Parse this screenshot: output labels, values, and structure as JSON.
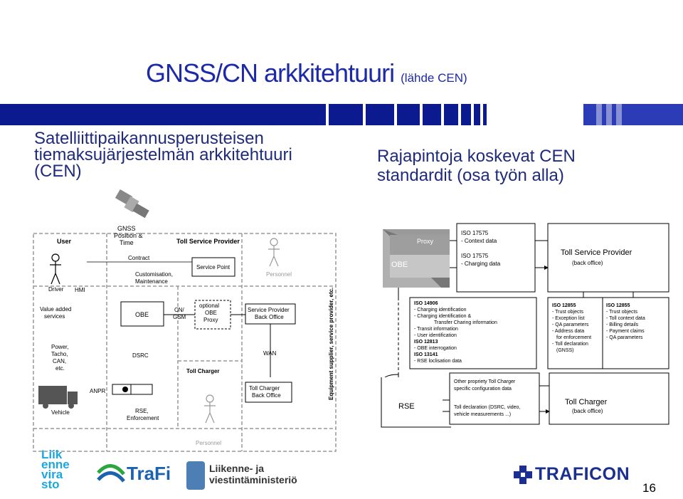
{
  "title": {
    "main": "GNSS/CN arkkitehtuuri",
    "source": "(lähde CEN)"
  },
  "left_heading": "Satelliittipaikannusperusteisen\ntiemaksujärjestelmän arkkitehtuuri\n(CEN)",
  "right_heading": "Rajapintoja koskevat CEN\nstandardit (osa työn alla)",
  "arch": {
    "user": "User",
    "gnss": [
      "GNSS",
      "Position &",
      "Time"
    ],
    "tsp": "Toll Service Provider",
    "contract": "Contract",
    "service_point": "Service Point",
    "customisation": [
      "Customisation,",
      "Maintenance"
    ],
    "personnel": "Personnel",
    "driver": "Driver",
    "hmi": "HMI",
    "value_added": [
      "Value added",
      "services"
    ],
    "obe": "OBE",
    "cn_gsm": [
      "CN/",
      "GSM"
    ],
    "optional_obe_proxy": [
      "optional",
      "OBE",
      "Proxy"
    ],
    "sp_back_office": [
      "Service Provider",
      "Back Office"
    ],
    "power": [
      "Power,",
      "Tacho,",
      "CAN,",
      "etc."
    ],
    "dsrc": "DSRC",
    "wan": "WAN",
    "toll_charger": "Toll Charger",
    "anpr": "ANPR",
    "tc_back_office": [
      "Toll Charger",
      "Back Office"
    ],
    "vehicle": "Vehicle",
    "rse_enforcement": [
      "RSE,",
      "Enforcement"
    ],
    "personnel_bottom": "Personnel",
    "equipment": "Equipment supplier, service provider, etc."
  },
  "iface": {
    "proxy": "Proxy",
    "obe": "OBE",
    "rse": "RSE",
    "iso17575_context": [
      "ISO 17575",
      "- Context data"
    ],
    "iso17575_charging": [
      "ISO 17575",
      "- Charging data"
    ],
    "tsp": "Toll Service Provider",
    "tsp_sub": "(back office)",
    "iso14906": [
      "ISO 14906",
      "- Charging identification",
      "- Charging identification &",
      "Transfer Charing information",
      "- Transit information",
      "- User identification",
      "ISO 12813",
      "- OBE interrogation",
      "ISO 13141",
      "- RSE loclisation data"
    ],
    "iso12855_a": [
      "ISO 12855",
      "- Trust objects",
      "- Exception list",
      "- QA parameters",
      "- Address data",
      "for enforcement",
      "",
      "- Toll declaration",
      "(GNSS)"
    ],
    "iso12855_b": [
      "ISO 12855",
      "- Trust objects",
      "- Toll context data",
      "- Billing details",
      "- Payment claims",
      "- QA parameters"
    ],
    "proprietary": [
      "Other propriety Toll Charger",
      "specific configuration data"
    ],
    "toll_decl": [
      "Toll declaration (DSRC, video,",
      "vehicle measurements ...)"
    ],
    "toll_charger": "Toll Charger",
    "toll_charger_sub": "(back office)"
  },
  "logos": {
    "liikennevirasto": [
      "Liik",
      "enne",
      "vira",
      "sto"
    ],
    "trafi": "TraFi",
    "viestinta": [
      "Liikenne- ja",
      "viestintäministeriö"
    ],
    "traficon": "TRAFICON"
  },
  "page_number": "16",
  "colors": {
    "title": "#1c2aa8",
    "band": "#0b1a8f",
    "heading": "#1e2b7c",
    "liikennevirasto": "#1aa7df",
    "trafi": "#1b63b0",
    "traficon": "#1a2f8f"
  }
}
